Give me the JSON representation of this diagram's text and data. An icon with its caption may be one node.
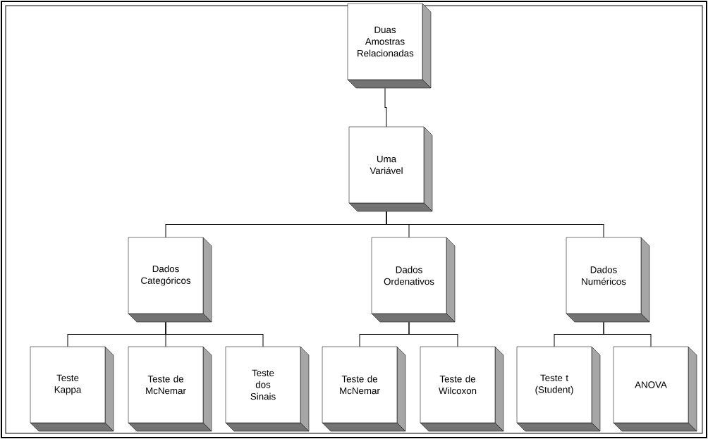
{
  "diagram": {
    "nodes": [
      {
        "text": [
          "Duas Amostras Relacionadas"
        ]
      },
      {
        "text": [
          "Uma Variável"
        ]
      },
      {
        "text": [
          "Dados Categóricos"
        ]
      },
      {
        "text": [
          "Dados Ordenativos"
        ]
      },
      {
        "text": [
          "Dados Numéricos"
        ]
      },
      {
        "text": [
          "Teste Kappa"
        ]
      },
      {
        "text": [
          "Teste de McNemar"
        ]
      },
      {
        "text": [
          "Teste dos Sinais"
        ]
      },
      {
        "text": [
          "Teste de McNemar"
        ]
      },
      {
        "text": [
          "Teste de Wilcoxon"
        ]
      },
      {
        "text": [
          "Teste t (Student)"
        ]
      },
      {
        "text": [
          "ANOVA"
        ]
      }
    ],
    "edges": [
      {
        "from": 0,
        "to": 1,
        "arrow": "none"
      },
      {
        "from": 1,
        "to": 2,
        "arrow": "none"
      },
      {
        "from": 1,
        "to": 3,
        "arrow": "none"
      },
      {
        "from": 1,
        "to": 4,
        "arrow": "none"
      },
      {
        "from": 2,
        "to": 5,
        "arrow": "none"
      },
      {
        "from": 2,
        "to": 6,
        "arrow": "none"
      },
      {
        "from": 2,
        "to": 7,
        "arrow": "none"
      },
      {
        "from": 3,
        "to": 8,
        "arrow": "none"
      },
      {
        "from": 3,
        "to": 9,
        "arrow": "none"
      },
      {
        "from": 4,
        "to": 10,
        "arrow": "none"
      },
      {
        "from": 4,
        "to": 11,
        "arrow": "none"
      }
    ]
  }
}
